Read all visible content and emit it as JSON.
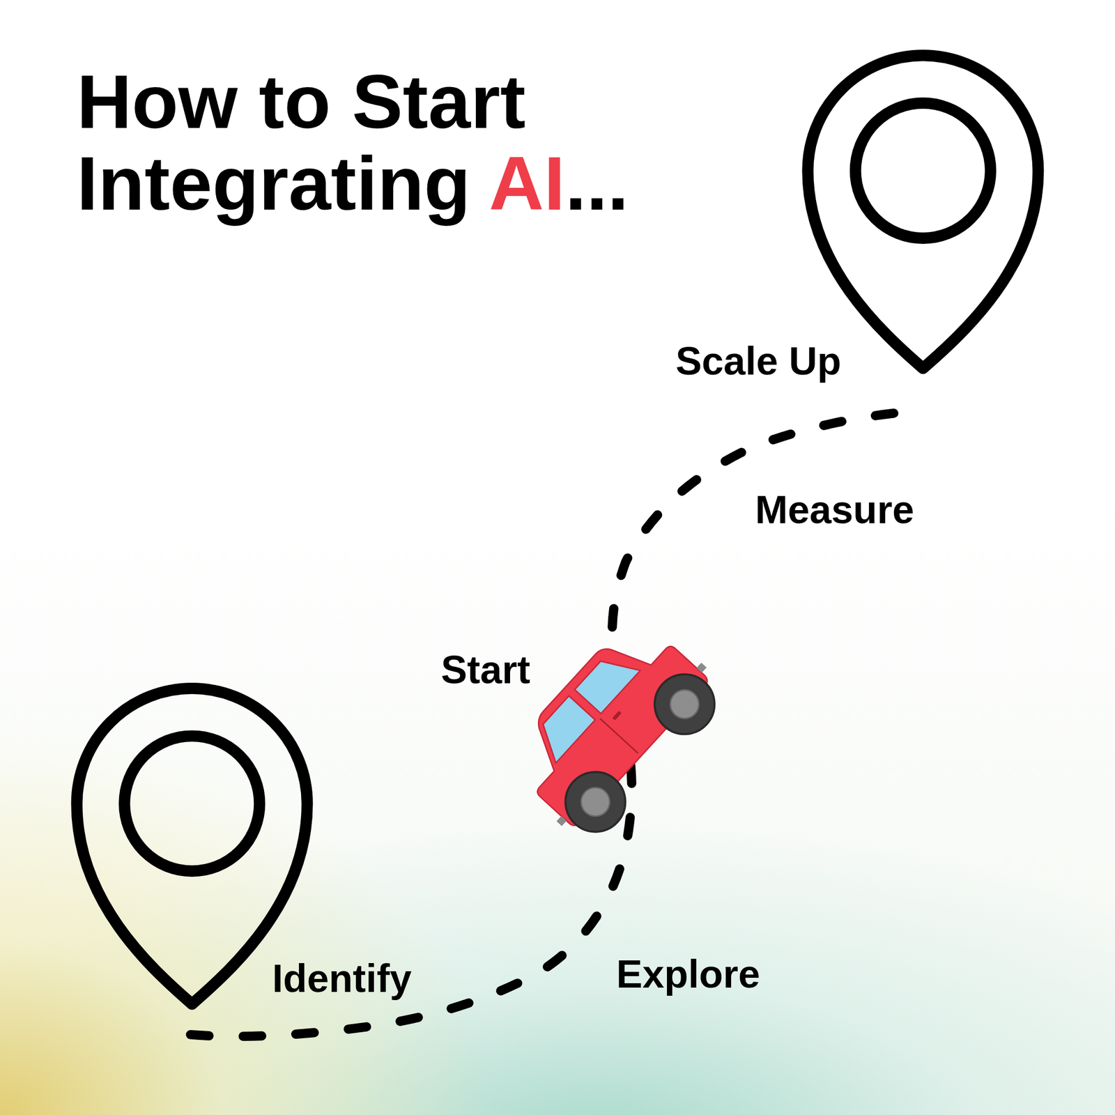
{
  "diagram": {
    "title": "How to Start Integrating AI...",
    "labels": [
      "Scale Up",
      "Measure",
      "Start",
      "Identify",
      "Explore"
    ]
  }
}
